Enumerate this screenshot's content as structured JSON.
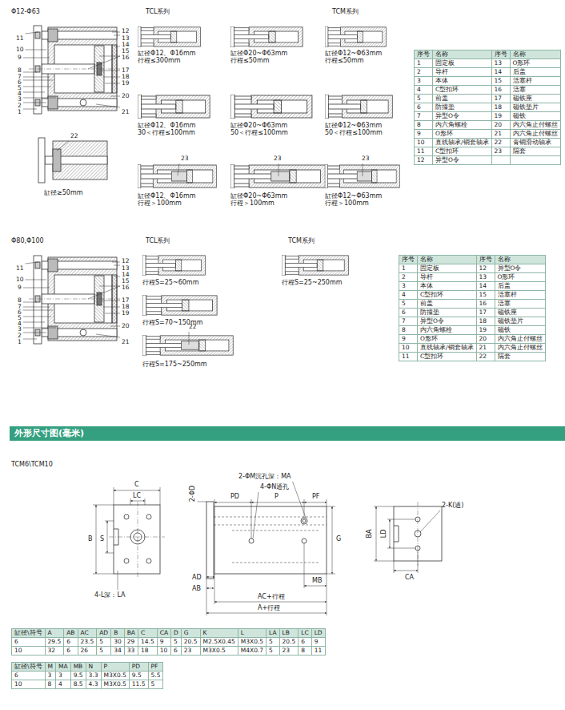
{
  "diagram": {
    "nodes": [
      {
        "text": [
          "外形尺寸图(毫米)"
        ]
      }
    ],
    "labels": [
      "Φ12-Φ63",
      "11",
      "10",
      "9",
      "8",
      "7",
      "6",
      "5",
      "4",
      "3",
      "2",
      "1",
      "12",
      "13",
      "14",
      "15",
      "16",
      "17",
      "18",
      "19",
      "20",
      "21",
      "22",
      "缸径≥50mm",
      "TCL系列",
      "TCM系列",
      "缸径Φ12、Φ16mm",
      "行程≤300mm",
      "缸径Φ20~Φ63mm",
      "行程≤50mm",
      "缸径Φ12~Φ63mm",
      "行程≤50mm",
      "缸径Φ12、Φ16mm",
      "30＜行程≤100mm",
      "缸径Φ20~Φ63mm",
      "50＜行程≤100mm",
      "缸径Φ12~Φ63mm",
      "50＜行程≤100mm",
      "23",
      "缸径Φ12、Φ16mm",
      "行程＞100mm",
      "23",
      "缸径Φ20~Φ63mm",
      "行程＞100mm",
      "23",
      "缸径Φ12~Φ63mm",
      "行程＞100mm",
      "序号",
      "名称",
      "序号",
      "名称",
      "1",
      "固定板",
      "13",
      "O形环",
      "2",
      "导杆",
      "14",
      "后盖",
      "3",
      "本体",
      "15",
      "活塞杆",
      "4",
      "C型扣环",
      "16",
      "活塞",
      "5",
      "前盖",
      "17",
      "磁铁座",
      "6",
      "防撞垫",
      "18",
      "磁铁垫片",
      "7",
      "异型O令",
      "19",
      "磁铁",
      "8",
      "内六角螺栓",
      "20",
      "内六角止付螺丝",
      "9",
      "O形环",
      "21",
      "内六角止付螺丝",
      "10",
      "直线轴承/铜套轴承",
      "22",
      "青铜滑动轴承",
      "11",
      "C型扣环",
      "23",
      "隔套",
      "12",
      "异型O令",
      "Φ80,Φ100",
      "11",
      "10",
      "9",
      "8",
      "7",
      "6",
      "5",
      "4",
      "3",
      "2",
      "1",
      "12",
      "13",
      "14",
      "15",
      "16",
      "17",
      "18",
      "19",
      "20",
      "21",
      "TCL系列",
      "TCM系列",
      "行程S=25~60mm",
      "行程S=25~250mm",
      "行程S=70~150mm",
      "22",
      "行程S=175~250mm",
      "序号",
      "名称",
      "序号",
      "名称",
      "1",
      "固定板",
      "12",
      "异型O令",
      "2",
      "导杆",
      "13",
      "O形环",
      "3",
      "本体",
      "14",
      "后盖",
      "4",
      "C型扣环",
      "15",
      "活塞杆",
      "5",
      "前盖",
      "16",
      "活塞",
      "6",
      "防撞垫",
      "17",
      "磁铁座",
      "7",
      "异型O令",
      "18",
      "磁铁垫片",
      "8",
      "内六角螺栓",
      "19",
      "磁铁",
      "9",
      "O形环",
      "20",
      "内六角止付螺丝",
      "10",
      "直线轴承/铜套轴承",
      "21",
      "内六角止付螺丝",
      "11",
      "C型扣环",
      "22",
      "隔套",
      "TCM6\\TCM10",
      "C",
      "LC",
      "B",
      "S",
      "4-L深：LA",
      "2-ΦD",
      "2-ΦM沉孔深：MA",
      "4-ΦN通孔",
      "PD",
      "P",
      "PF",
      "G",
      "AD",
      "AB",
      "MB",
      "AC+行程",
      "A+行程",
      "2-K(通)",
      "BA",
      "LD",
      "CA",
      "缸径\\符号",
      "A",
      "AB",
      "AC",
      "AD",
      "B",
      "BA",
      "C",
      "CA",
      "D",
      "G",
      "K",
      "L",
      "LA",
      "LB",
      "LC",
      "LD",
      "6",
      "29.5",
      "6",
      "23.5",
      "5",
      "30",
      "29",
      "14.5",
      "9",
      "5",
      "20.5",
      "M2.5X0.45",
      "M3X0.5",
      "5",
      "20.5",
      "6",
      "9",
      "10",
      "32",
      "6",
      "26",
      "5",
      "34",
      "33",
      "18",
      "10",
      "6",
      "23",
      "M3X0.5",
      "M4X0.7",
      "5",
      "23",
      "8",
      "11",
      "缸径\\符号",
      "M",
      "MA",
      "MB",
      "N",
      "P",
      "PD",
      "PF",
      "6",
      "3",
      "3",
      "9.5",
      "3.3",
      "M3X0.5",
      "9.5",
      "5.5",
      "10",
      "8",
      "4",
      "8.5",
      "4.3",
      "M3X0.5",
      "11.5",
      "5"
    ]
  }
}
